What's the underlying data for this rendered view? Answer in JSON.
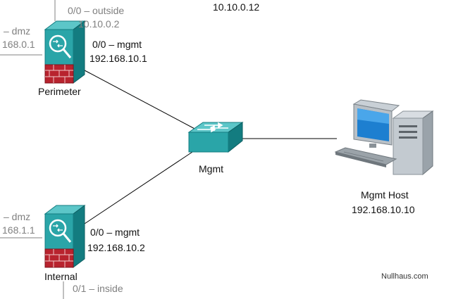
{
  "devices": {
    "perimeter": {
      "name": "Perimeter",
      "dmz_label": "– dmz",
      "dmz_ip": "168.0.1",
      "outside_label": "0/0 – outside",
      "outside_ip": "10.10.0.2",
      "mgmt_label": "0/0 – mgmt",
      "mgmt_ip": "192.168.10.1"
    },
    "internal": {
      "name": "Internal",
      "dmz_label": "– dmz",
      "dmz_ip": "168.1.1",
      "mgmt_label": "0/0 – mgmt",
      "mgmt_ip": "192.168.10.2",
      "inside_label": "0/1 – inside"
    },
    "switch": {
      "name": "Mgmt"
    },
    "host": {
      "name": "Mgmt Host",
      "ip": "192.168.10.10"
    }
  },
  "top_ip": "10.10.0.12",
  "watermark": "Nullhaus.com",
  "colors": {
    "teal": "#2aa5a8",
    "teal_dark": "#137c80",
    "brick": "#b8232e",
    "label_grey": "#808080",
    "line": "#000000"
  },
  "icons": {
    "firewall": "firewall-icon",
    "switch": "switch-icon",
    "workstation": "workstation-icon"
  }
}
